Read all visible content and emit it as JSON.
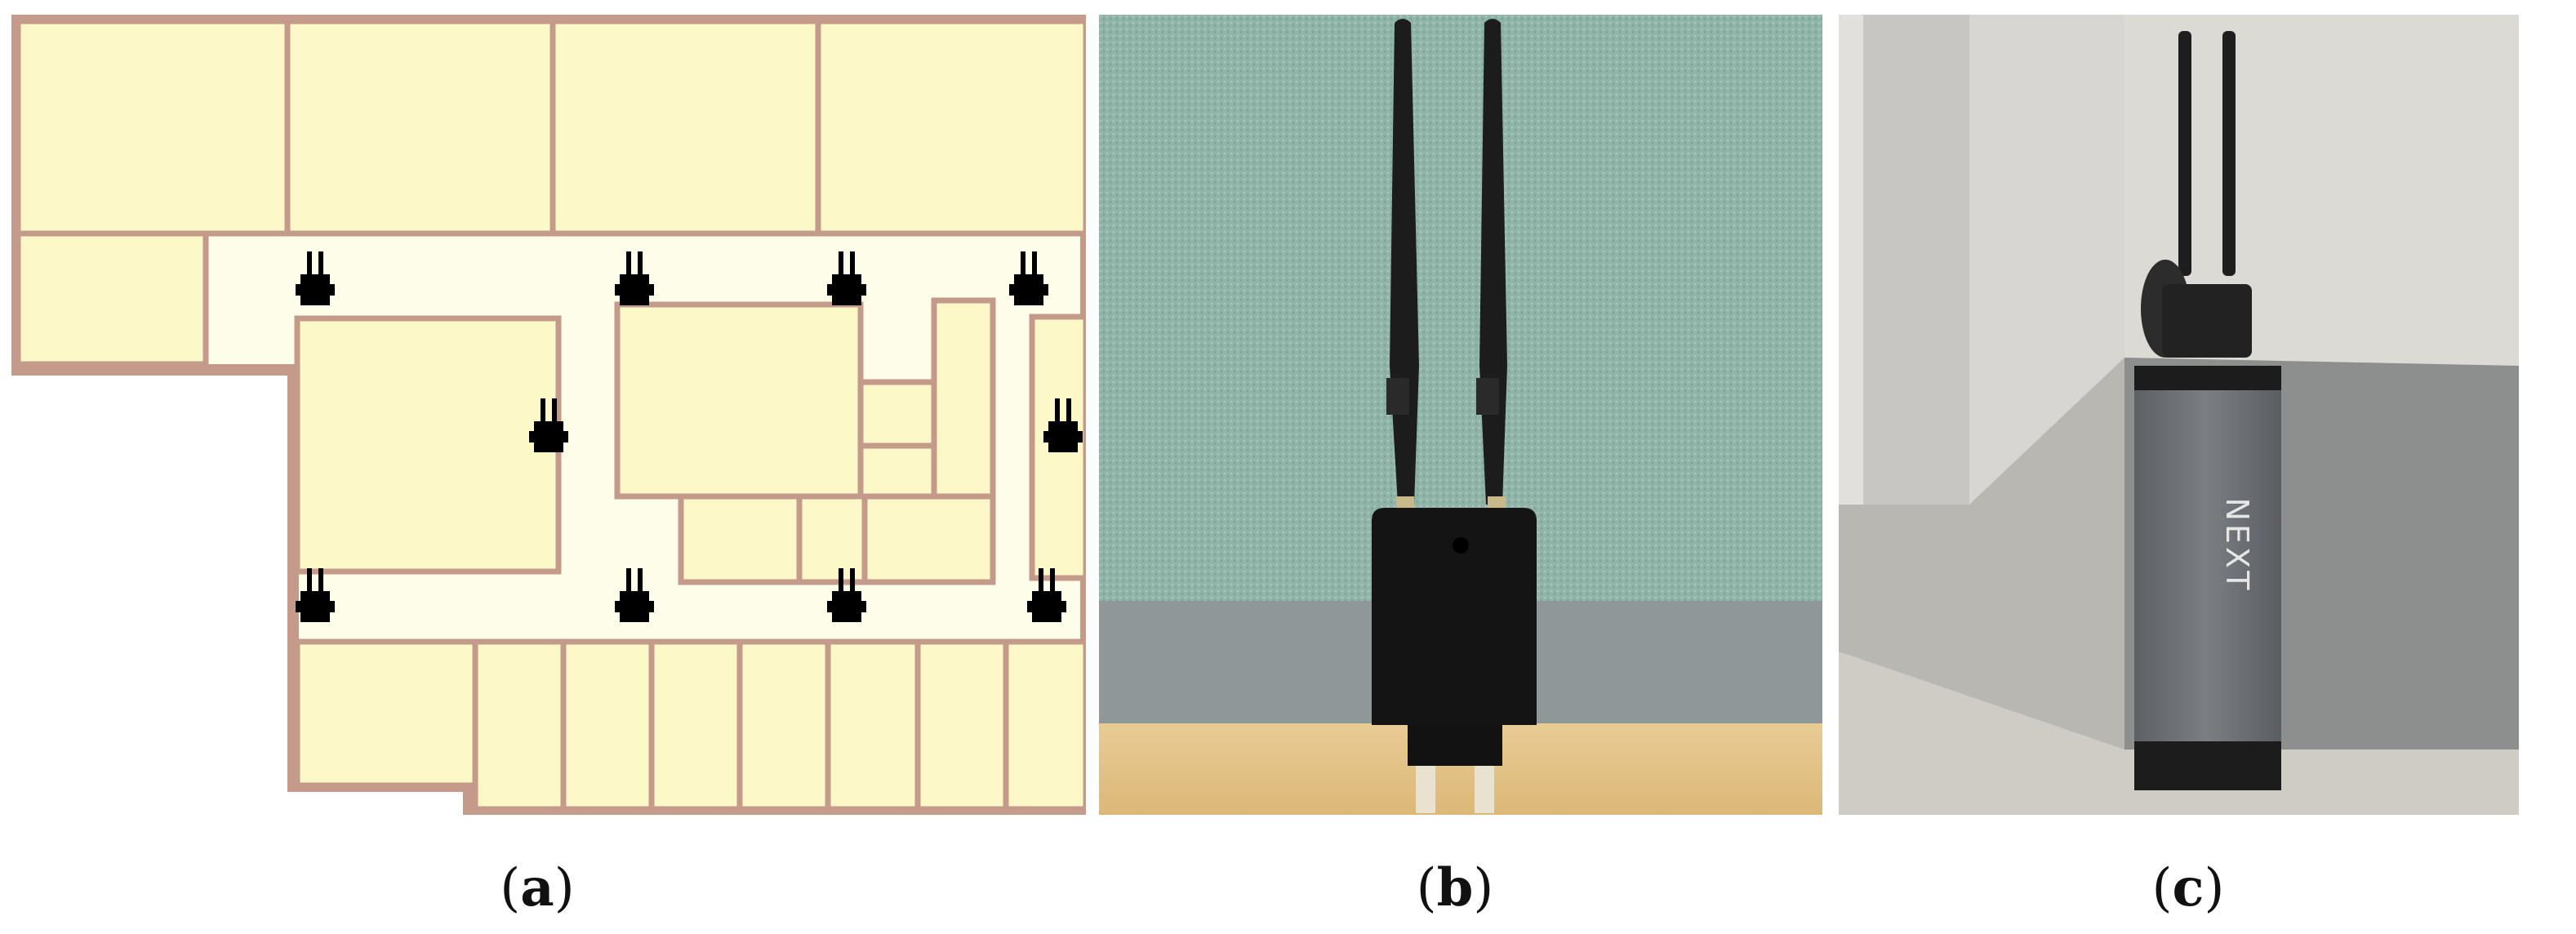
{
  "figure": {
    "panels": [
      {
        "id": "a",
        "label": "a",
        "content": "floor-plan-with-sensor-locations"
      },
      {
        "id": "b",
        "label": "b",
        "content": "photo-of-plug-in-dual-antenna-device"
      },
      {
        "id": "c",
        "label": "c",
        "content": "photo-of-device-by-wall"
      }
    ],
    "device_c_brand": "NEXT",
    "colors": {
      "wall": "#c49a8a",
      "room_fill": "#fdf8c8",
      "corridor_fill": "#fefde9",
      "sensor": "#000000",
      "fabric": "#8fb3a7",
      "wood": "#e3c28a",
      "device_body": "#6d7074"
    },
    "icons": {
      "sensor": "wall-plug-sensor-icon"
    }
  }
}
